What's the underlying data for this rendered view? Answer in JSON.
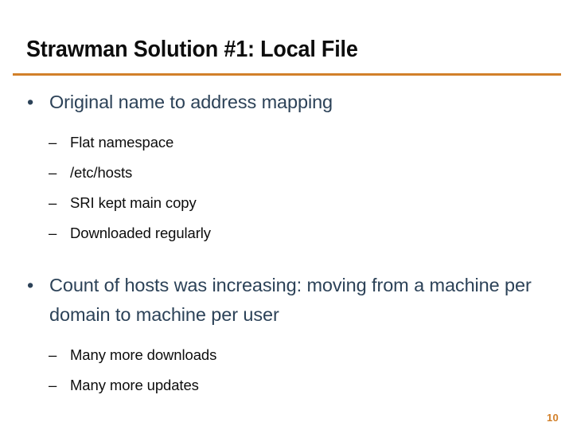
{
  "slide": {
    "title": "Strawman Solution #1: Local File",
    "page_number": "10",
    "accent_color": "#d2802a",
    "bullet_color": "#2c4258",
    "subbullet_color": "#0d0d0d",
    "background_color": "#ffffff",
    "bullet_marker": "•",
    "subbullet_marker": "–",
    "groups": [
      {
        "bullet": "Original name to address mapping",
        "subbullets": [
          "Flat namespace",
          "/etc/hosts",
          "SRI kept main copy",
          "Downloaded regularly"
        ]
      },
      {
        "bullet": "Count of hosts was increasing: moving from a machine per domain to machine per user",
        "subbullets": [
          "Many more downloads",
          "Many more updates"
        ]
      }
    ]
  }
}
